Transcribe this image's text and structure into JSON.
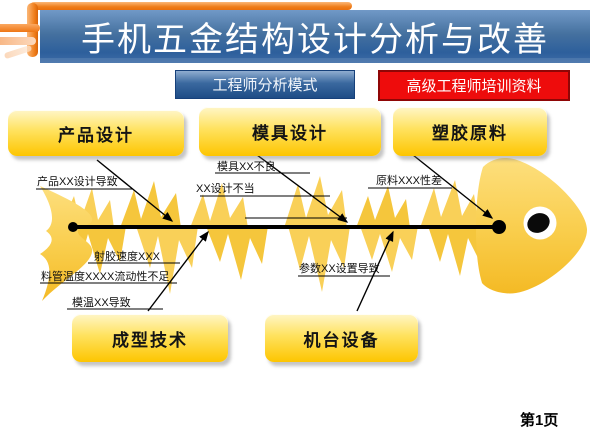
{
  "header": {
    "title": "手机五金结构设计分析与改善",
    "mode_tag": "工程师分析模式",
    "training_tag": "高级工程师培训资料"
  },
  "fishbone": {
    "branches": [
      {
        "category": "产品设计",
        "causes": [
          "产品XX设计导致"
        ]
      },
      {
        "category": "模具设计",
        "causes": [
          "模具XX不良",
          "XX设计不当"
        ]
      },
      {
        "category": "塑胶原料",
        "causes": [
          "原料XXX性差"
        ]
      },
      {
        "category": "成型技术",
        "causes": [
          "射胶速度XXX",
          "料管温度XXXX流动性不足",
          "模温XX导致"
        ]
      },
      {
        "category": "机台设备",
        "causes": [
          "参数XX设置导致"
        ]
      }
    ]
  },
  "footer": {
    "page": "第1页"
  },
  "colors": {
    "title_bar_blue": "#2d5f9c",
    "mode_tag_blue": "#1e4c86",
    "training_tag_red": "#ee0c0c",
    "category_box_yellow": "#ffd23e",
    "fish_body_yellow": "#f9cf52",
    "ornament_orange": "#ef7d1a",
    "line_black": "#000000"
  },
  "icons": {
    "fish_head": "fish-head-icon",
    "fish_tail": "fish-tail-icon",
    "fish_eye": "fish-eye-icon"
  }
}
